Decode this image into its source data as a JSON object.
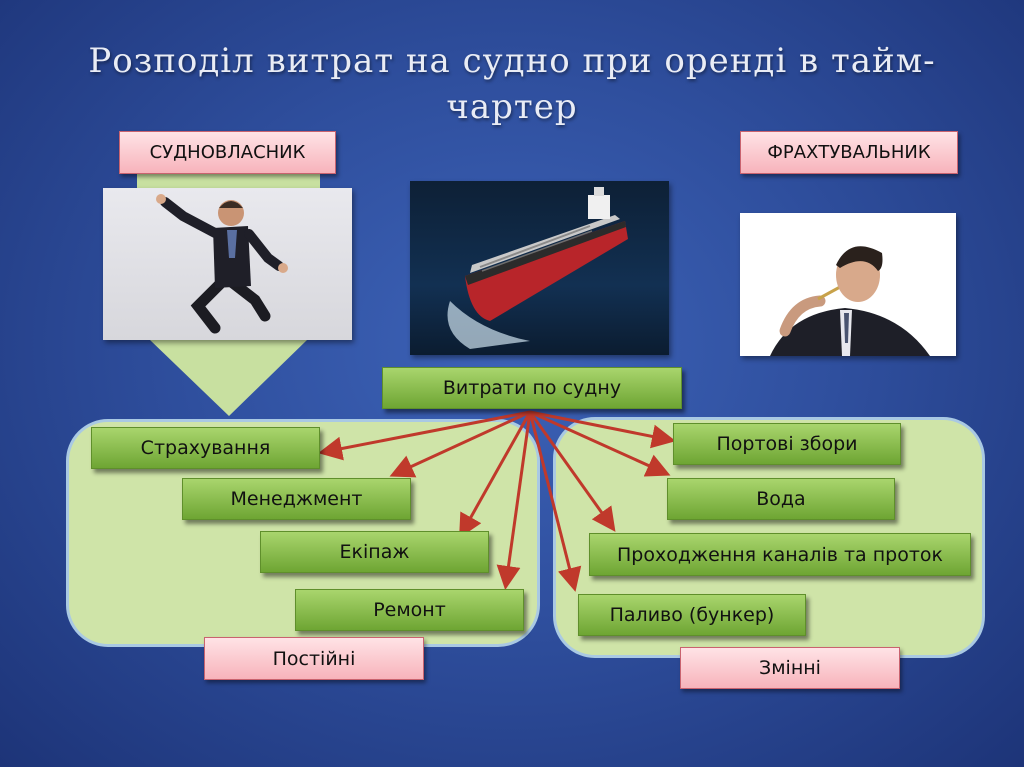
{
  "slide": {
    "title": "Розподіл витрат на судно при оренді в тайм-чартер"
  },
  "roles": {
    "owner": "СУДНОВЛАСНИК",
    "charterer": "ФРАХТУВАЛЬНИК"
  },
  "center_label": "Витрати по судну",
  "fixed": {
    "group_label": "Постійні",
    "items": [
      "Страхування",
      "Менеджмент",
      "Екіпаж",
      "Ремонт"
    ]
  },
  "variable": {
    "group_label": "Змінні",
    "items": [
      "Портові збори",
      "Вода",
      "Проходження каналів та проток",
      "Паливо (бункер)"
    ]
  },
  "colors": {
    "background": "#2f4f9e",
    "green_box": "#8cc04d",
    "pink_box": "#f7c0c6",
    "panel": "#cfe4a8",
    "arrow": "#c0392b"
  },
  "images": {
    "owner_photo": "jumping-businessman",
    "ship_photo": "red-tanker-ship",
    "charterer_photo": "thinking-businessman"
  }
}
